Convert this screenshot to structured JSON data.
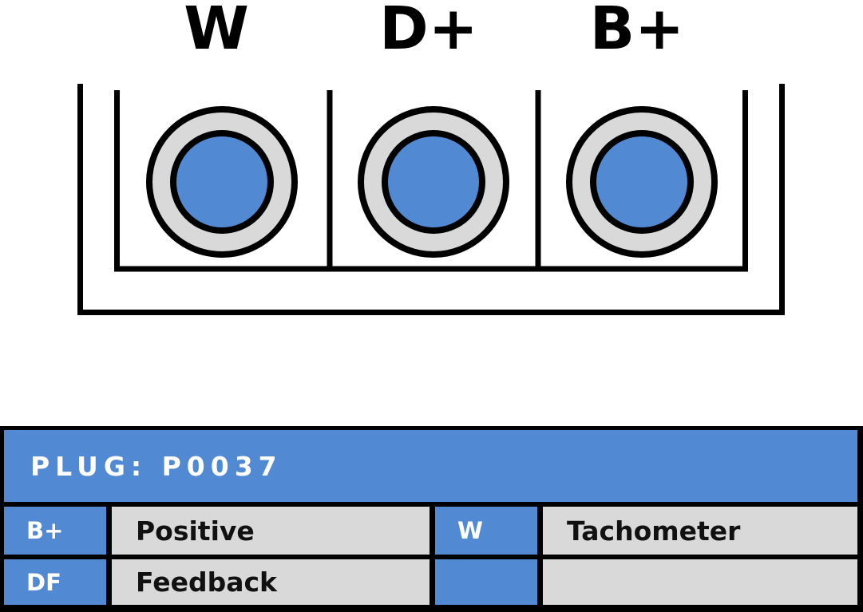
{
  "diagram": {
    "labels": [
      "W",
      "D+",
      "B+"
    ],
    "terminal_count": 3
  },
  "table": {
    "title": "PLUG: P0037",
    "rows": [
      [
        {
          "code": "B+",
          "desc": "Positive"
        },
        {
          "code": "W",
          "desc": "Tachometer"
        }
      ],
      [
        {
          "code": "DF",
          "desc": "Feedback"
        },
        {
          "code": "",
          "desc": ""
        }
      ]
    ]
  },
  "colors": {
    "accent_blue": "#5289D3",
    "light_gray": "#D9D9D9",
    "line_black": "#000000",
    "text_white": "#FFFFFF"
  }
}
